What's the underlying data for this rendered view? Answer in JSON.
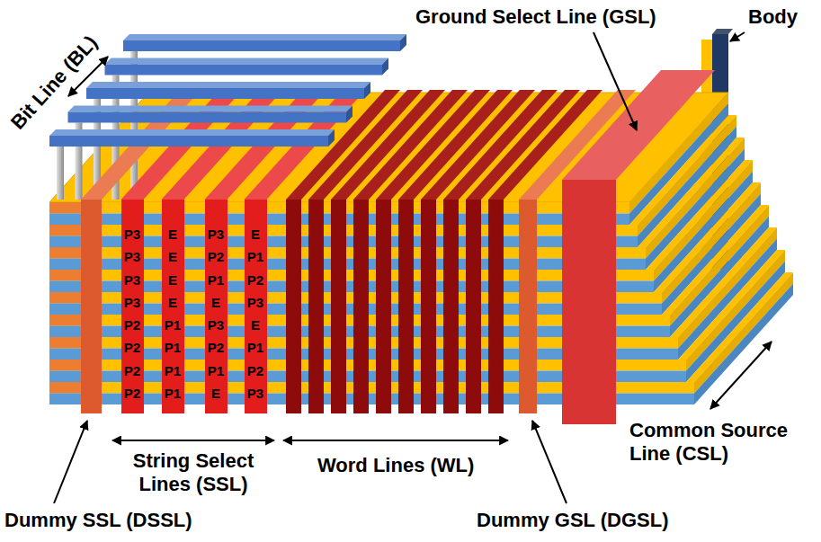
{
  "diagram": {
    "nodes": [
      {
        "text": [
          "P3",
          "P3",
          "P3",
          "P3",
          "P2",
          "P2",
          "P2",
          "P2"
        ]
      },
      {
        "text": [
          "E",
          "E",
          "E",
          "E",
          "P1",
          "P1",
          "P1",
          "P1"
        ]
      },
      {
        "text": [
          "P3",
          "P2",
          "P1",
          "E",
          "P3",
          "P2",
          "P1",
          "E"
        ]
      },
      {
        "text": [
          "E",
          "P1",
          "P2",
          "P3",
          "E",
          "P1",
          "P2",
          "P3"
        ]
      }
    ],
    "labels": [
      "Bit Line (BL)",
      "Ground Select Line (GSL)",
      "Body",
      "String Select Lines (SSL)",
      "Word Lines (WL)",
      "Common Source Line (CSL)",
      "Dummy SSL (DSSL)",
      "Dummy GSL (DGSL)"
    ]
  }
}
